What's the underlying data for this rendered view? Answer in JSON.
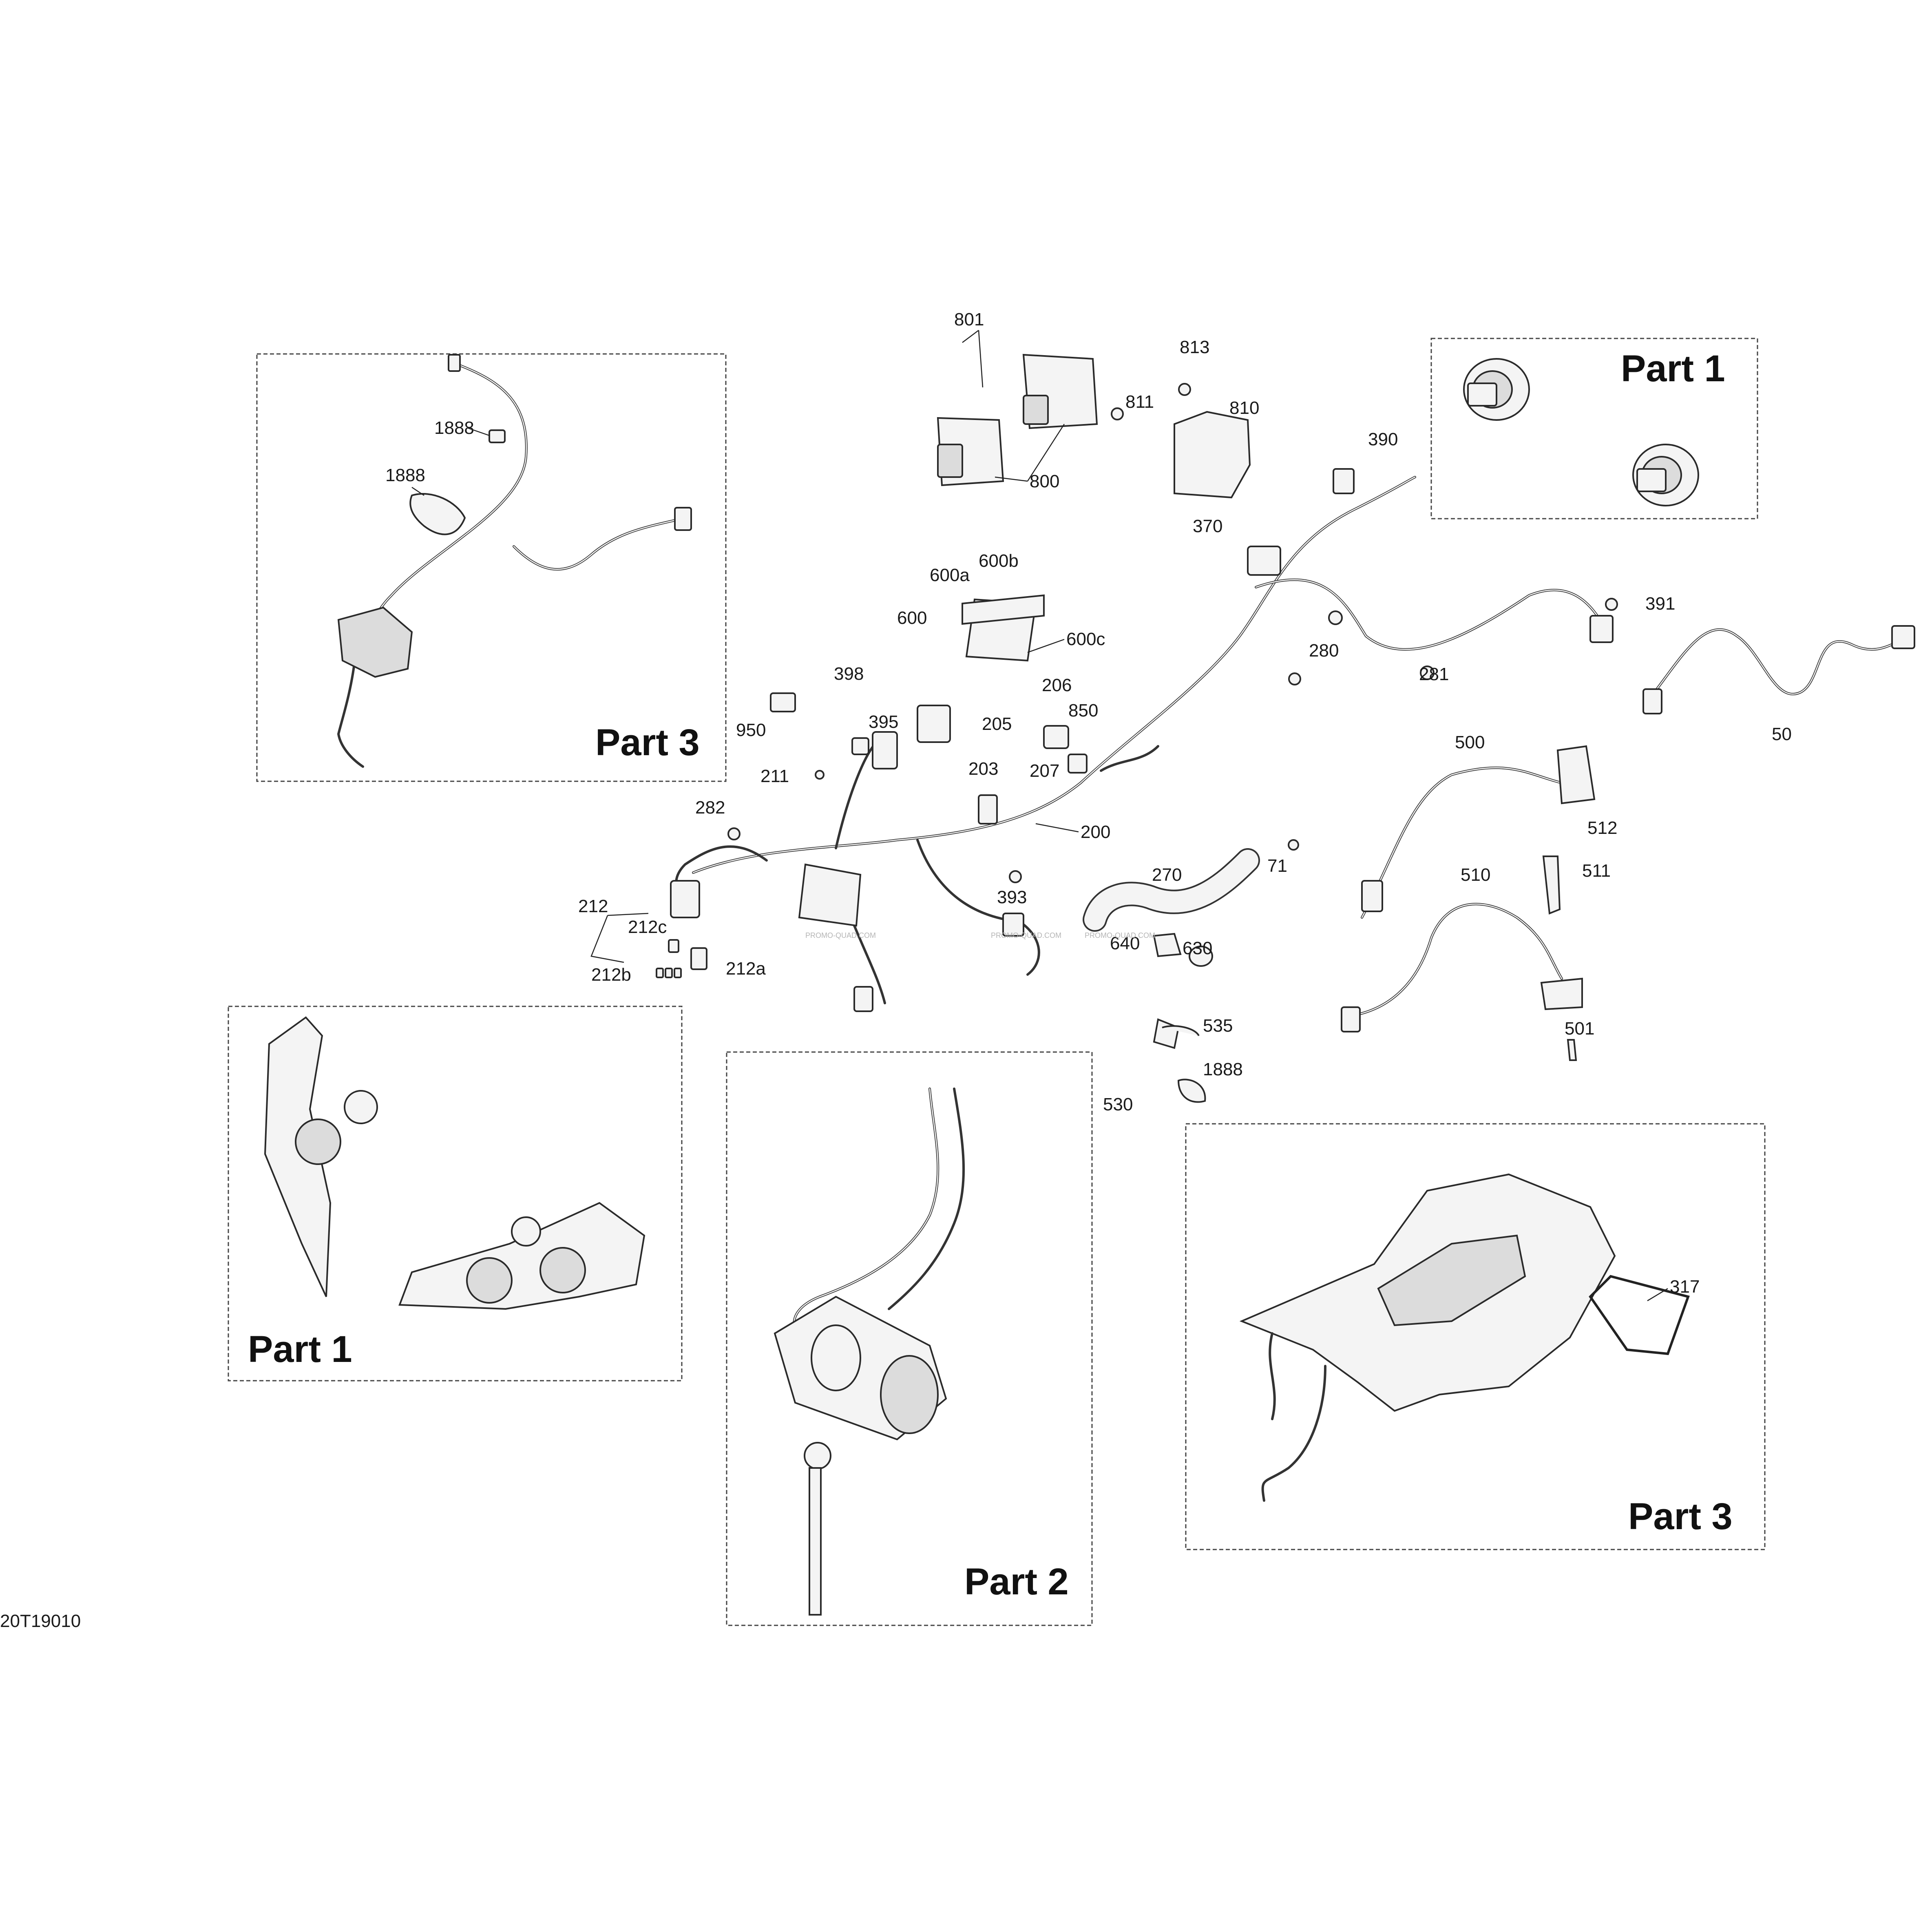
{
  "callouts": [
    {
      "id": "801",
      "text": "801"
    },
    {
      "id": "813",
      "text": "813"
    },
    {
      "id": "811",
      "text": "811"
    },
    {
      "id": "810",
      "text": "810"
    },
    {
      "id": "800",
      "text": "800"
    },
    {
      "id": "390",
      "text": "390"
    },
    {
      "id": "370",
      "text": "370"
    },
    {
      "id": "600b",
      "text": "600b"
    },
    {
      "id": "600a",
      "text": "600a"
    },
    {
      "id": "600",
      "text": "600"
    },
    {
      "id": "600c",
      "text": "600c"
    },
    {
      "id": "391",
      "text": "391"
    },
    {
      "id": "280",
      "text": "280"
    },
    {
      "id": "281",
      "text": "281"
    },
    {
      "id": "398",
      "text": "398"
    },
    {
      "id": "206",
      "text": "206"
    },
    {
      "id": "950",
      "text": "950"
    },
    {
      "id": "395",
      "text": "395"
    },
    {
      "id": "205",
      "text": "205"
    },
    {
      "id": "850",
      "text": "850"
    },
    {
      "id": "203",
      "text": "203"
    },
    {
      "id": "207",
      "text": "207"
    },
    {
      "id": "211",
      "text": "211"
    },
    {
      "id": "282",
      "text": "282"
    },
    {
      "id": "200",
      "text": "200"
    },
    {
      "id": "50",
      "text": "50"
    },
    {
      "id": "500",
      "text": "500"
    },
    {
      "id": "512",
      "text": "512"
    },
    {
      "id": "511",
      "text": "511"
    },
    {
      "id": "510",
      "text": "510"
    },
    {
      "id": "270",
      "text": "270"
    },
    {
      "id": "71",
      "text": "71"
    },
    {
      "id": "393",
      "text": "393"
    },
    {
      "id": "212",
      "text": "212"
    },
    {
      "id": "212c",
      "text": "212c"
    },
    {
      "id": "212b",
      "text": "212b"
    },
    {
      "id": "212a",
      "text": "212a"
    },
    {
      "id": "640",
      "text": "640"
    },
    {
      "id": "630",
      "text": "630"
    },
    {
      "id": "535",
      "text": "535"
    },
    {
      "id": "501",
      "text": "501"
    },
    {
      "id": "1888-mid",
      "text": "1888"
    },
    {
      "id": "530",
      "text": "530"
    },
    {
      "id": "317",
      "text": "317"
    },
    {
      "id": "1888-tl",
      "text": "1888"
    },
    {
      "id": "1888-br",
      "text": "1888"
    }
  ],
  "panels": {
    "top_left": "Part 3",
    "top_right": "Part 1",
    "bottom_left": "Part 1",
    "bottom_mid": "Part 2",
    "bottom_right": "Part 3"
  },
  "figure_id": "20T19010",
  "watermark": "PROMO-QUAD.COM"
}
